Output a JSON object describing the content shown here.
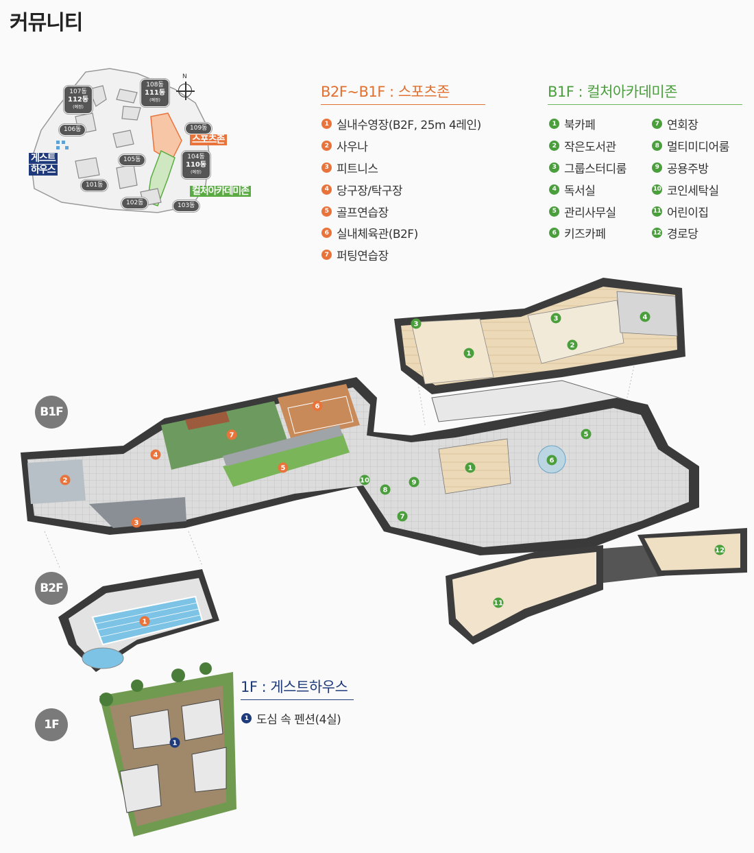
{
  "page": {
    "title": "커뮤니티"
  },
  "site_map": {
    "buildings": [
      {
        "id": "b107",
        "label": "107동",
        "sub": "112동",
        "note": "(예정)"
      },
      {
        "id": "b108",
        "label": "108동",
        "sub": "111동",
        "note": "(예정)"
      },
      {
        "id": "b106",
        "label": "106동"
      },
      {
        "id": "b109",
        "label": "109동"
      },
      {
        "id": "b105",
        "label": "105동"
      },
      {
        "id": "b104",
        "label": "104동",
        "sub": "110동",
        "note": "(예정)"
      },
      {
        "id": "b101",
        "label": "101동"
      },
      {
        "id": "b102",
        "label": "102동"
      },
      {
        "id": "b103",
        "label": "103동"
      }
    ],
    "north_label": "N",
    "zones": {
      "sports": "스포츠존",
      "culture": "컬처아카데미존",
      "guest_line1": "게스트",
      "guest_line2": "하우스"
    },
    "colors": {
      "sports": "#e8743b",
      "culture": "#5aab43",
      "guest": "#1e3a7a"
    }
  },
  "legends": {
    "sports": {
      "title": "B2F~B1F : 스포츠존",
      "items": [
        {
          "n": "1",
          "label": "실내수영장(B2F, 25m 4레인)"
        },
        {
          "n": "2",
          "label": "사우나"
        },
        {
          "n": "3",
          "label": "피트니스"
        },
        {
          "n": "4",
          "label": "당구장/탁구장"
        },
        {
          "n": "5",
          "label": "골프연습장"
        },
        {
          "n": "6",
          "label": "실내체육관(B2F)"
        },
        {
          "n": "7",
          "label": "퍼팅연습장"
        }
      ]
    },
    "culture": {
      "title": "B1F : 컬처아카데미존",
      "col1": [
        {
          "n": "1",
          "label": "북카페"
        },
        {
          "n": "2",
          "label": "작은도서관"
        },
        {
          "n": "3",
          "label": "그룹스터디룸"
        },
        {
          "n": "4",
          "label": "독서실"
        },
        {
          "n": "5",
          "label": "관리사무실"
        },
        {
          "n": "6",
          "label": "키즈카페"
        }
      ],
      "col2": [
        {
          "n": "7",
          "label": "연회장"
        },
        {
          "n": "8",
          "label": "멀티미디어룸"
        },
        {
          "n": "9",
          "label": "공용주방"
        },
        {
          "n": "10",
          "label": "코인세탁실"
        },
        {
          "n": "11",
          "label": "어린이집"
        },
        {
          "n": "12",
          "label": "경로당"
        }
      ]
    },
    "guest": {
      "title": "1F : 게스트하우스",
      "items": [
        {
          "n": "1",
          "label": "도심 속 펜션(4실)"
        }
      ]
    }
  },
  "floors": {
    "b1f": "B1F",
    "b2f": "B2F",
    "f1": "1F"
  },
  "markers": {
    "sports": [
      "1",
      "2",
      "3",
      "4",
      "5",
      "6",
      "7"
    ],
    "culture": [
      "1",
      "1",
      "2",
      "3",
      "3",
      "4",
      "5",
      "6",
      "7",
      "8",
      "9",
      "10",
      "11",
      "12"
    ],
    "guest": [
      "1"
    ]
  }
}
